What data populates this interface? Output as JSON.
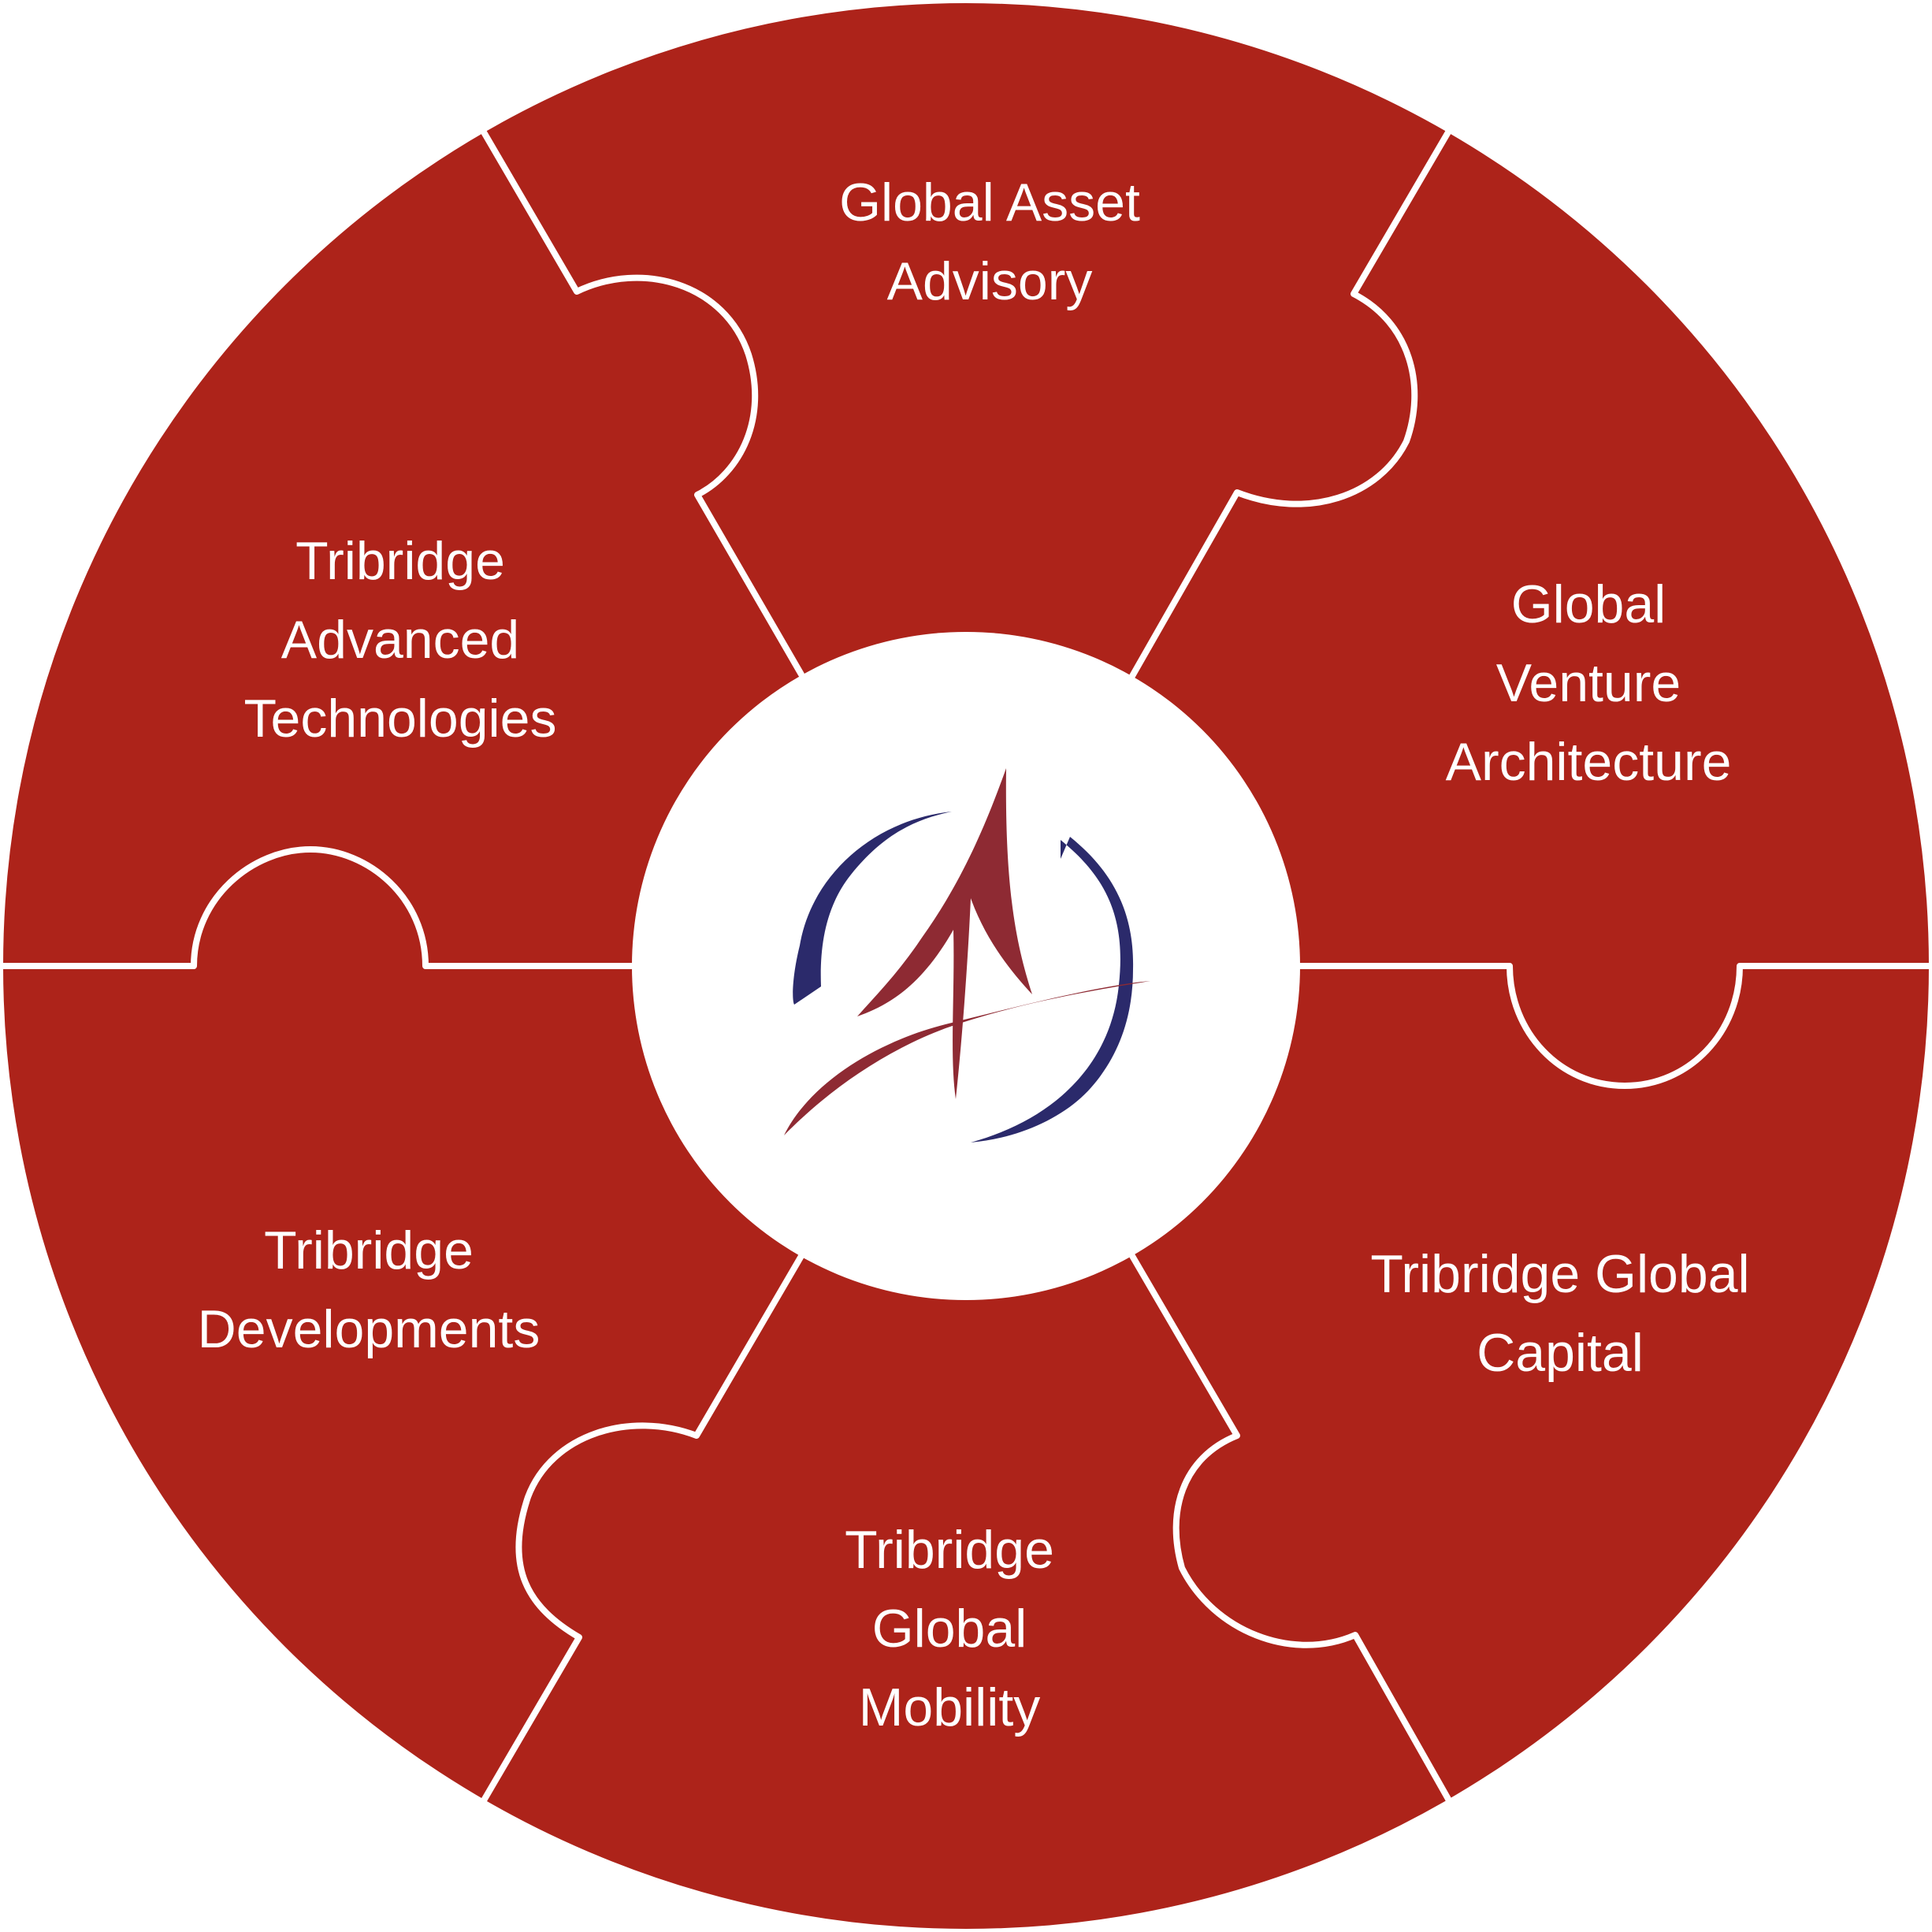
{
  "colors": {
    "segment_fill": "#ad231a",
    "divider": "#ffffff",
    "center_fill": "#ffffff",
    "logo_navy": "#2b2a6b",
    "logo_crimson": "#8e2a33"
  },
  "center": {
    "logo_icon": "tribridge-logo-icon"
  },
  "segments": [
    {
      "lines": [
        "Global Asset",
        "Advisory"
      ]
    },
    {
      "lines": [
        "Global",
        "Venture",
        "Architecture"
      ]
    },
    {
      "lines": [
        "Tribridge Global",
        "Capital"
      ]
    },
    {
      "lines": [
        "Tribridge",
        "Global",
        "Mobility"
      ]
    },
    {
      "lines": [
        "Tribridge",
        "Developments"
      ]
    },
    {
      "lines": [
        "Tribridge",
        "Advanced",
        "Technologies"
      ]
    }
  ]
}
